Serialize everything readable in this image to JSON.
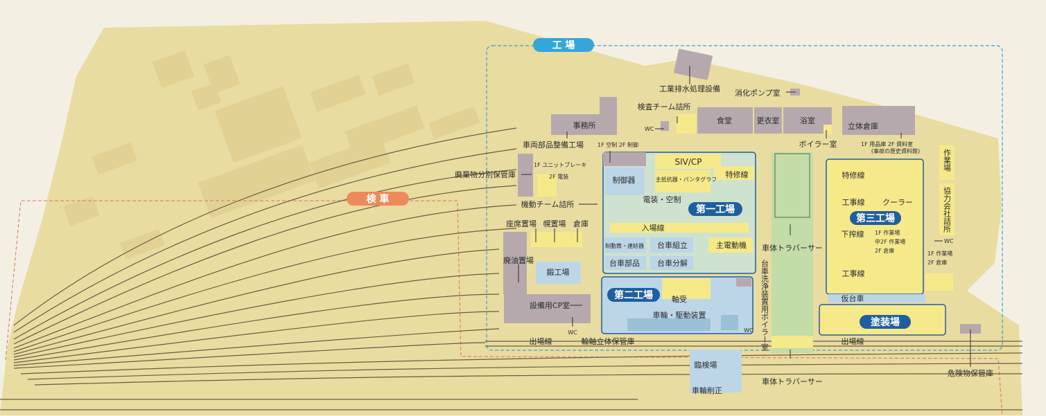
{
  "sections": {
    "factory": "工 場",
    "inspection": "検 車",
    "first_plant": "第一工場",
    "second_plant": "第二工場",
    "third_plant": "第三工場",
    "paint_shop": "塗装場"
  },
  "labels": {
    "wastewater": "工業排水処理設備",
    "fire_pump": "消化ポンプ室",
    "inspection_team": "検査チーム詰所",
    "office": "事務所",
    "wc": "WC",
    "cafeteria": "食堂",
    "locker": "更衣室",
    "bath": "浴室",
    "boiler": "ボイラー室",
    "warehouse3d": "立体倉庫",
    "supplies": "1F 用品庫  2F 資料室",
    "history": "(事故の歴史資料館)",
    "parts_shop": "車両部品整備工場",
    "ac_control": "1F 空制 2F 制御",
    "unit_brake": "1F ユニットブレーキ",
    "electrical_2f": "2F 電装",
    "waste_storage": "廃棄物分別保管庫",
    "mobile_team": "機動チーム詰所",
    "siv": "SIV/CP",
    "controller": "制御器",
    "resistor": "主抵抗器・パンタグラフ",
    "special_repair": "特修線",
    "elec_ac": "電装・空制",
    "entry_line": "入場線",
    "seat_store": "座席置場",
    "canopy_store": "幌置場",
    "storage": "倉庫",
    "waste_oil": "廃油置場",
    "forge": "鍛工場",
    "equipment_cp": "設備用CP室",
    "coupler": "制動筒・連結器",
    "truck_assembly": "台車組立",
    "main_motor": "主電動機",
    "truck_parts": "台車部品",
    "truck_disassembly": "台車分解",
    "bearing": "軸受",
    "wheel_drive": "車輪・駆動装置",
    "axle_storage": "輪軸立体保管庫",
    "exit_line": "出場線",
    "truck_wash_boiler": "台車洗浄装置用ボイラー室",
    "car_traverser": "車体トラバーサー",
    "special_repair_3": "特修線",
    "work_line": "工事線",
    "cooler": "クーラー",
    "lower_line": "下搾線",
    "work_area_1f": "1F 作業場",
    "work_area_m2f": "中2F 作業場",
    "storage_2f": "2F 倉庫",
    "work_line_2": "工事線",
    "temp_truck": "仮台車",
    "work_area_v": "作業場",
    "partners": "協力会社詰所",
    "work_area_east_1f": "1F 作業場",
    "storage_east_2f": "2F 倉庫",
    "exit_line_east": "出場線",
    "hazmat": "危険物保管庫",
    "temp_inspection": "臨検場",
    "wheel_lathe": "車輪削正"
  },
  "colors": {
    "ground": "#e8dca0",
    "building": "#b6a9ad",
    "workshop": "#f6e98a",
    "water_blue": "#bcd6e8",
    "traverser_green": "#c3dca8",
    "factory_pill": "#34a6dc",
    "inspection_pill": "#ec8a5c",
    "plant_pill": "#1f5f9f"
  }
}
